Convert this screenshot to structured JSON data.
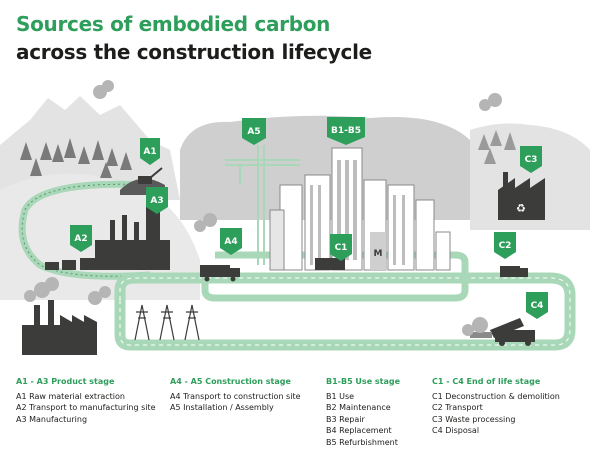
{
  "title": {
    "line1": "Sources of embodied carbon",
    "line2": "across the construction lifecycle"
  },
  "badges": {
    "a1": "A1",
    "a2": "A2",
    "a3": "A3",
    "a4": "A4",
    "a5": "A5",
    "b1b5": "B1-B5",
    "c1": "C1",
    "c2": "C2",
    "c3": "C3",
    "c4": "C4"
  },
  "building_sign": "M",
  "colors": {
    "green": "#2e9e5b",
    "light_green": "#a9d8b8",
    "dark": "#3c3c3b",
    "grey": "#8a8a8a",
    "light_grey": "#d9d9d9"
  },
  "legend": [
    {
      "heading": "A1 - A3 Product stage",
      "items": [
        "A1 Raw material extraction",
        "A2 Transport to manufacturing site",
        "A3 Manufacturing"
      ]
    },
    {
      "heading": "A4 - A5 Construction stage",
      "items": [
        "A4 Transport to construction site",
        "A5 Installation / Assembly"
      ]
    },
    {
      "heading": "B1-B5 Use stage",
      "items": [
        "B1 Use",
        "B2 Maintenance",
        "B3 Repair",
        "B4 Replacement",
        "B5 Refurbishment"
      ]
    },
    {
      "heading": "C1 - C4 End of life stage",
      "items": [
        "C1 Deconstruction & demolition",
        "C2 Transport",
        "C3 Waste processing",
        "C4 Disposal"
      ]
    }
  ]
}
